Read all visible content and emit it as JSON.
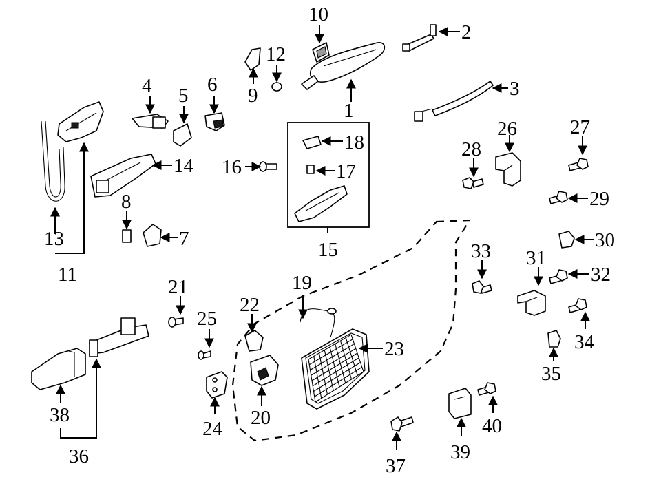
{
  "callouts": {
    "c1": "1",
    "c2": "2",
    "c3": "3",
    "c4": "4",
    "c5": "5",
    "c6": "6",
    "c7": "7",
    "c8": "8",
    "c9": "9",
    "c10": "10",
    "c11": "11",
    "c12": "12",
    "c13": "13",
    "c14": "14",
    "c15": "15",
    "c16": "16",
    "c17": "17",
    "c18": "18",
    "c19": "19",
    "c20": "20",
    "c21": "21",
    "c22": "22",
    "c23": "23",
    "c24": "24",
    "c25": "25",
    "c26": "26",
    "c27": "27",
    "c28": "28",
    "c29": "29",
    "c30": "30",
    "c31": "31",
    "c32": "32",
    "c33": "33",
    "c34": "34",
    "c35": "35",
    "c36": "36",
    "c37": "37",
    "c38": "38",
    "c39": "39",
    "c40": "40"
  },
  "colors": {
    "line": "#000000",
    "background": "#ffffff"
  }
}
